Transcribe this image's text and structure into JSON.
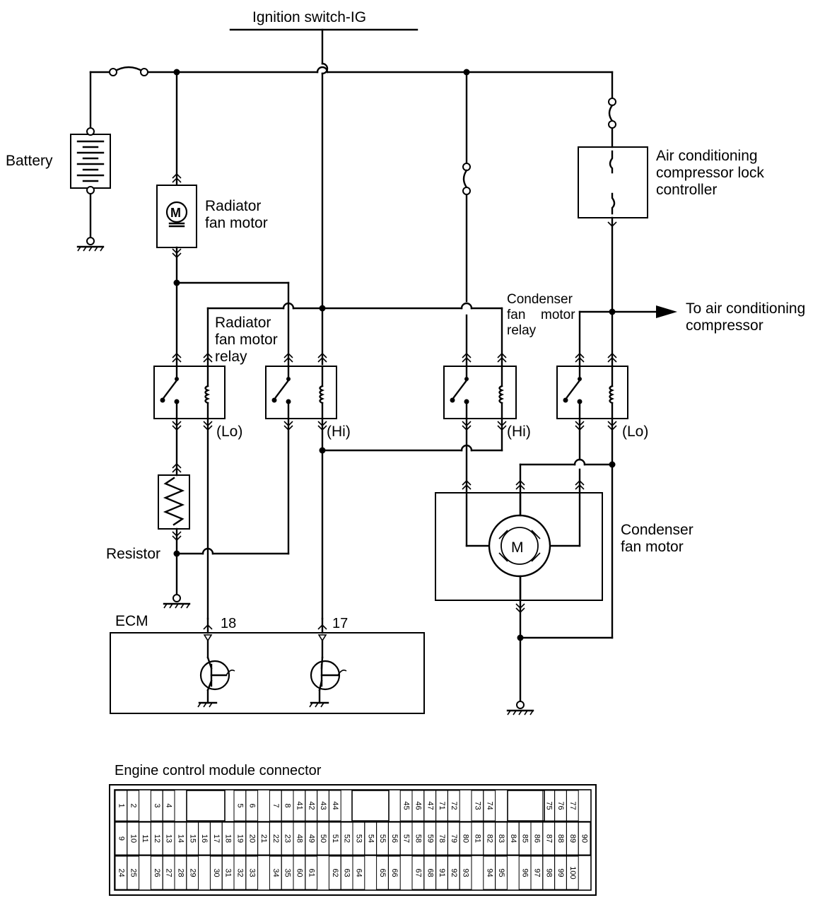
{
  "labels": {
    "ignition_switch": "Ignition switch-IG",
    "battery": "Battery",
    "radiator_fan_motor_1": "Radiator",
    "radiator_fan_motor_2": "fan motor",
    "ac_lock_1": "Air conditioning",
    "ac_lock_2": "compressor lock",
    "ac_lock_3": "controller",
    "radiator_relay_1": "Radiator",
    "radiator_relay_2": "fan motor",
    "radiator_relay_3": "relay",
    "condenser_relay_1": "Condenser",
    "condenser_relay_2": "fan",
    "condenser_relay_3": "motor",
    "condenser_relay_4": "relay",
    "to_ac_1": "To air conditioning",
    "to_ac_2": "compressor",
    "relay1_speed": "(Lo)",
    "relay2_speed": "(Hi)",
    "relay3_speed": "(Hi)",
    "relay4_speed": "(Lo)",
    "resistor": "Resistor",
    "condenser_motor_1": "Condenser",
    "condenser_motor_2": "fan motor",
    "ecm": "ECM",
    "ecm_pin_a": "18",
    "ecm_pin_b": "17",
    "motor_symbol": "M",
    "connector_title": "Engine control module connector"
  },
  "connector_columns": [
    {
      "top": "1",
      "mid": "9",
      "bot": "24"
    },
    {
      "top": "2",
      "mid": "10",
      "bot": "25"
    },
    {
      "top": "",
      "mid": "11",
      "bot": ""
    },
    {
      "top": "3",
      "mid": "12",
      "bot": "26"
    },
    {
      "top": "4",
      "mid": "13",
      "bot": "27"
    },
    {
      "top": "",
      "mid": "14",
      "bot": "28"
    },
    {
      "top": "",
      "mid": "15",
      "bot": "29"
    },
    {
      "top": "",
      "mid": "16",
      "bot": ""
    },
    {
      "top": "",
      "mid": "17",
      "bot": "30"
    },
    {
      "top": "",
      "mid": "18",
      "bot": "31"
    },
    {
      "top": "5",
      "mid": "19",
      "bot": "32"
    },
    {
      "top": "6",
      "mid": "20",
      "bot": "33"
    },
    {
      "top": "",
      "mid": "21",
      "bot": ""
    },
    {
      "top": "7",
      "mid": "22",
      "bot": "34"
    },
    {
      "top": "8",
      "mid": "23",
      "bot": "35"
    },
    {
      "top": "41",
      "mid": "48",
      "bot": "60"
    },
    {
      "top": "42",
      "mid": "49",
      "bot": "61"
    },
    {
      "top": "43",
      "mid": "50",
      "bot": ""
    },
    {
      "top": "44",
      "mid": "51",
      "bot": "62"
    },
    {
      "top": "",
      "mid": "52",
      "bot": "63"
    },
    {
      "top": "",
      "mid": "53",
      "bot": "64"
    },
    {
      "top": "",
      "mid": "54",
      "bot": ""
    },
    {
      "top": "",
      "mid": "55",
      "bot": "65"
    },
    {
      "top": "",
      "mid": "56",
      "bot": "66"
    },
    {
      "top": "45",
      "mid": "57",
      "bot": ""
    },
    {
      "top": "46",
      "mid": "58",
      "bot": "67"
    },
    {
      "top": "47",
      "mid": "59",
      "bot": "68"
    },
    {
      "top": "71",
      "mid": "78",
      "bot": "91"
    },
    {
      "top": "72",
      "mid": "79",
      "bot": "92"
    },
    {
      "top": "",
      "mid": "80",
      "bot": "93"
    },
    {
      "top": "73",
      "mid": "81",
      "bot": ""
    },
    {
      "top": "74",
      "mid": "82",
      "bot": "94"
    },
    {
      "top": "",
      "mid": "83",
      "bot": "95"
    },
    {
      "top": "",
      "mid": "84",
      "bot": ""
    },
    {
      "top": "",
      "mid": "85",
      "bot": "96"
    },
    {
      "top": "",
      "mid": "86",
      "bot": "97"
    },
    {
      "top": "75",
      "mid": "87",
      "bot": "98"
    },
    {
      "top": "76",
      "mid": "88",
      "bot": "99"
    },
    {
      "top": "77",
      "mid": "89",
      "bot": "100"
    },
    {
      "top": "",
      "mid": "90",
      "bot": ""
    }
  ]
}
